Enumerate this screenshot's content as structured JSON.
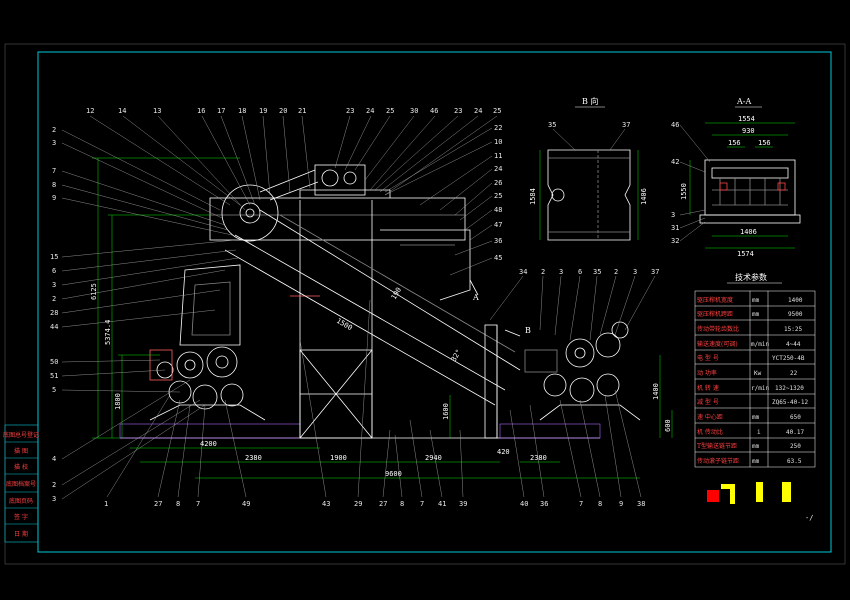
{
  "colors": {
    "background": "#000000",
    "border": "#00c8d8",
    "machine": "#ffffff",
    "leader": "#c8c8c8",
    "dimension": "#00e000",
    "table_text": "#ff3030",
    "accent_red": "#ff0000",
    "accent_yellow": "#ffff00"
  },
  "title_block_rows": [
    "底图总号登记",
    "描 图",
    "描 校",
    "底图档案号",
    "底图页码",
    "签 字",
    "日 期"
  ],
  "views": {
    "b_view": {
      "title": "B 向",
      "dims": [
        "1584",
        "1406"
      ],
      "labels": [
        "35",
        "37"
      ]
    },
    "a_view": {
      "title": "A-A",
      "dims": [
        "1554",
        "930",
        "156",
        "156",
        "1406",
        "1574",
        "1550"
      ],
      "labels": [
        "46",
        "42",
        "3",
        "31",
        "32"
      ]
    }
  },
  "spec_table": {
    "title": "技术参数",
    "rows": [
      {
        "name": "驱压榨机宽度",
        "unit": "mm",
        "value": "1400"
      },
      {
        "name": "驱压榨机跨距",
        "unit": "mm",
        "value": "9500"
      },
      {
        "name": "传动带轮齿数比",
        "unit": "",
        "value": "15:25"
      },
      {
        "name": "输送速度(可调)",
        "unit": "m/min",
        "value": "4~44"
      },
      {
        "name": "电 型 号",
        "unit": "",
        "value": "YCT250-4B"
      },
      {
        "name": "动 功率",
        "unit": "Kw",
        "value": "22"
      },
      {
        "name": "机 转 速",
        "unit": "r/min",
        "value": "132~1320"
      },
      {
        "name": "减 型 号",
        "unit": "",
        "value": "ZQ65-40-12"
      },
      {
        "name": "速 中心距",
        "unit": "mm",
        "value": "650"
      },
      {
        "name": "机 传动比",
        "unit": "i",
        "value": "40.17"
      },
      {
        "name": "T型输送链节距",
        "unit": "mm",
        "value": "250"
      },
      {
        "name": "传动滚子链节距",
        "unit": "mm",
        "value": "63.5"
      }
    ]
  },
  "top_labels": [
    "12",
    "14",
    "13",
    "16",
    "17",
    "18",
    "19",
    "20",
    "21",
    "23",
    "24",
    "25",
    "30",
    "46",
    "23",
    "24",
    "25"
  ],
  "left_labels": [
    "2",
    "3",
    "7",
    "8",
    "9",
    "15",
    "6",
    "3",
    "2",
    "28",
    "44",
    "50",
    "51",
    "5",
    "4",
    "2",
    "3"
  ],
  "right_labels": [
    "22",
    "10",
    "11",
    "24",
    "26",
    "25",
    "48",
    "47",
    "36",
    "45"
  ],
  "mid_labels": [
    "34",
    "2",
    "3",
    "6",
    "35",
    "2",
    "3",
    "37"
  ],
  "bottom_labels": [
    "1",
    "27",
    "8",
    "7",
    "49",
    "43",
    "29",
    "27",
    "8",
    "7",
    "41",
    "39",
    "40",
    "36",
    "7",
    "8",
    "9",
    "38"
  ],
  "dimensions": {
    "height_total": "6125",
    "height_upper": "5374.4",
    "height_left": "1800",
    "height_right_1": "1400",
    "height_right_2": "600",
    "mid_h": "1600",
    "bottom_4200": "4200",
    "bottom_2380a": "2380",
    "bottom_1900": "1900",
    "bottom_2940": "2940",
    "bottom_420": "420",
    "bottom_2380b": "2380",
    "bottom_9600": "9600",
    "slope_1500": "1500",
    "slope_190": "190",
    "angle": "32°"
  },
  "markers": {
    "a_arrow": "A",
    "b_arrow": "B"
  }
}
